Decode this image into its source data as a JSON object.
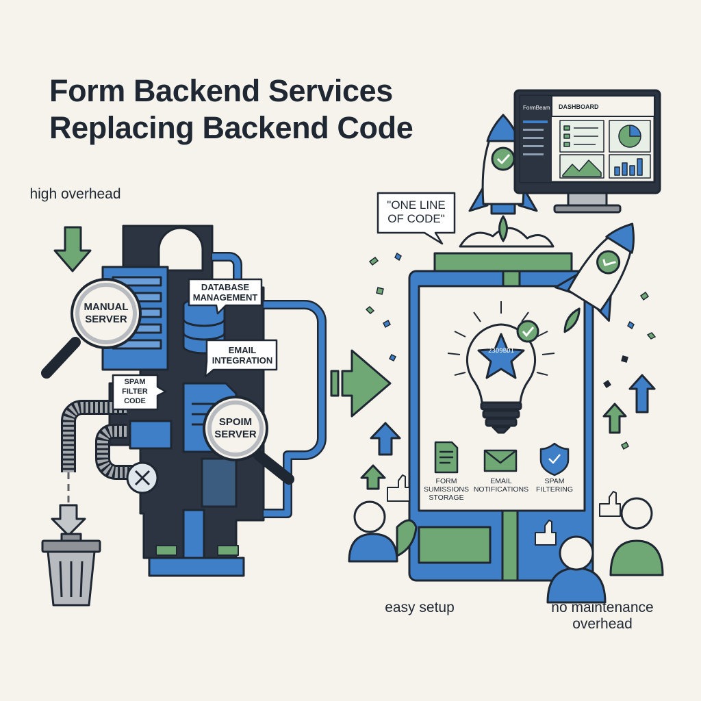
{
  "title": {
    "line1": "Form Backend Services",
    "line2": "Replacing Backend Code"
  },
  "labels": {
    "high_overhead": "high overhead",
    "easy_setup": "easy setup",
    "no_maintenance": "no maintenance overhead"
  },
  "left": {
    "manual_server": "MANUAL SERVER",
    "spoim_server": "SPOIM SERVER",
    "database_management": "DATABASE MANAGEMENT",
    "email_integration": "EMAIL INTEGRATION",
    "spam_filter_code": "SPAM FILTER CODE"
  },
  "right": {
    "quote": "\"ONE LINE OF CODE\"",
    "bulb_code": "23D9BD1",
    "features": [
      {
        "label": "FORM SUMISSIONS STORAGE",
        "icon": "document-icon"
      },
      {
        "label": "EMAIL NOTIFICATIONS",
        "icon": "envelope-icon"
      },
      {
        "label": "SPAM FILTERING",
        "icon": "shield-check-icon"
      }
    ]
  },
  "monitor": {
    "brand": "FormBeam",
    "title": "DASHBOARD"
  },
  "colors": {
    "blue": "#3f7fc8",
    "green": "#6fa874",
    "dark": "#1e2732",
    "bg": "#f5f3ec",
    "gray": "#9a9ea3"
  }
}
